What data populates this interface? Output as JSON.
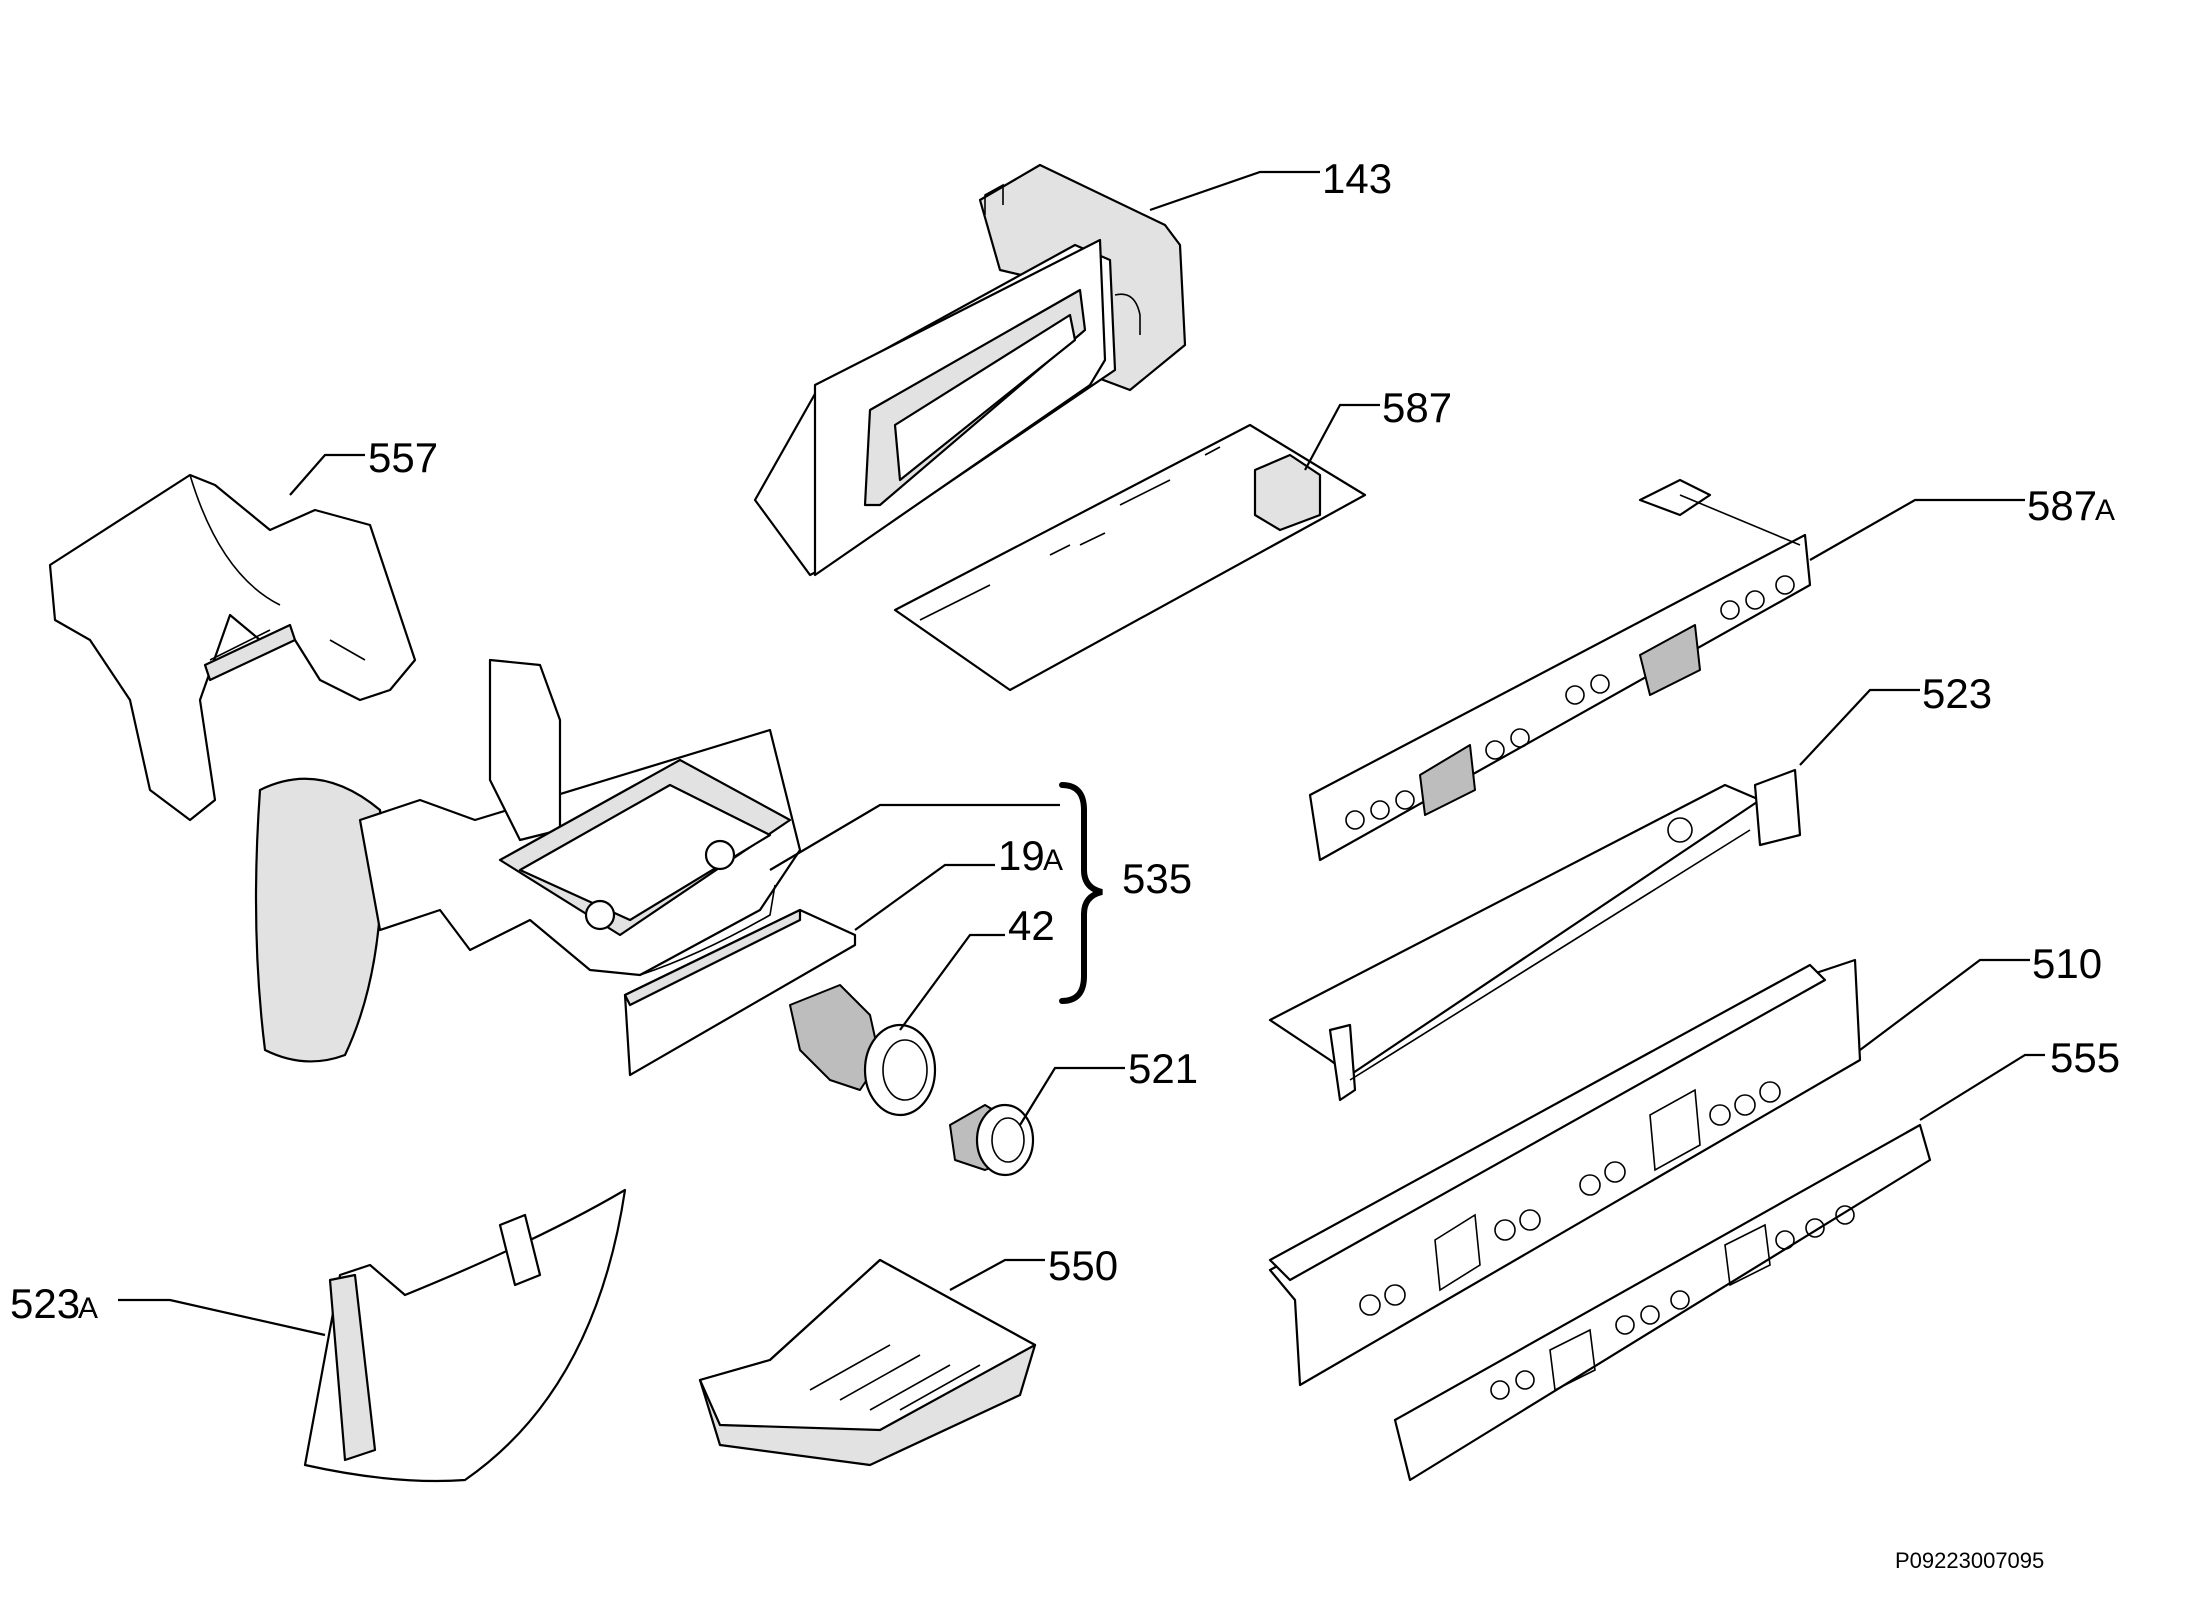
{
  "parts": [
    {
      "number": "143",
      "suffix": ""
    },
    {
      "number": "587",
      "suffix": ""
    },
    {
      "number": "587",
      "suffix": "A"
    },
    {
      "number": "557",
      "suffix": ""
    },
    {
      "number": "523",
      "suffix": ""
    },
    {
      "number": "19",
      "suffix": "A"
    },
    {
      "number": "535",
      "suffix": ""
    },
    {
      "number": "42",
      "suffix": ""
    },
    {
      "number": "510",
      "suffix": ""
    },
    {
      "number": "521",
      "suffix": ""
    },
    {
      "number": "555",
      "suffix": ""
    },
    {
      "number": "550",
      "suffix": ""
    },
    {
      "number": "523",
      "suffix": "A"
    }
  ],
  "figure_id": "P09223007095"
}
